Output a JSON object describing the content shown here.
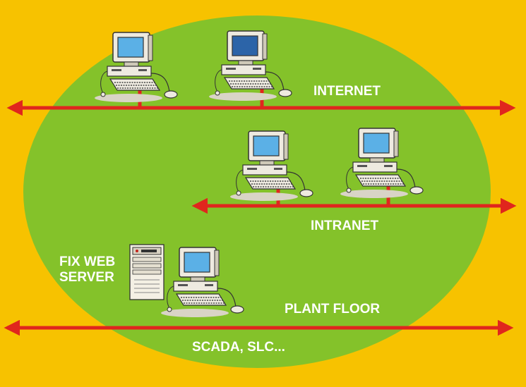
{
  "colors": {
    "background": "#f7c200",
    "ellipse": "#84c22a",
    "network_line": "#e0261d",
    "label_text": "#ffffff",
    "computer_beige": "#eeeae0",
    "screen_light": "#5bb0e6",
    "screen_dark": "#2c64a8"
  },
  "labels": {
    "internet": "INTERNET",
    "intranet": "INTRANET",
    "server": "FIX WEB\nSERVER",
    "plant_floor": "PLANT FLOOR",
    "scada": "SCADA, SLC..."
  },
  "networks": [
    {
      "id": "internet",
      "label": "INTERNET",
      "icons": [
        "computer-icon",
        "computer-icon"
      ]
    },
    {
      "id": "intranet",
      "label": "INTRANET",
      "icons": [
        "computer-icon",
        "computer-icon"
      ]
    },
    {
      "id": "plant-floor",
      "label": "PLANT FLOOR",
      "icons": [
        "web-server-icon",
        "computer-icon"
      ]
    }
  ]
}
